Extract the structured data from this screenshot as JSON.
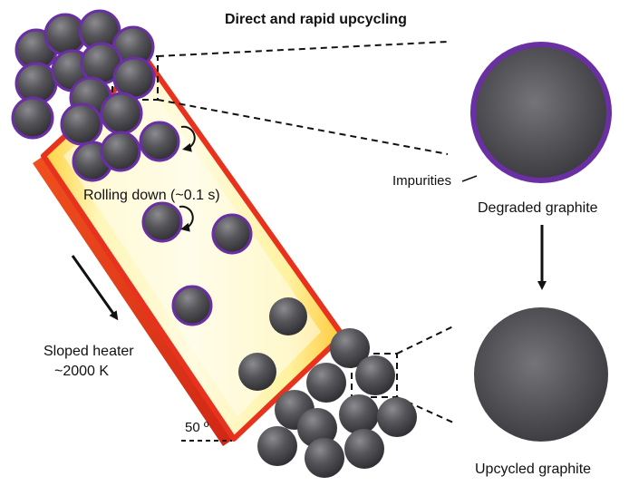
{
  "title": "Direct and rapid upcycling",
  "labels": {
    "rolling": "Rolling down (~0.1 s)",
    "heater_line1": "Sloped heater",
    "heater_line2": "~2000 K",
    "angle": "50 º",
    "impurities": "Impurities",
    "degraded": "Degraded graphite",
    "upcycled": "Upcycled graphite"
  },
  "colors": {
    "impurity_shell": "#6a2fa3",
    "graphite": "#4a4a4e",
    "heater_hot": "#fff7b0",
    "heater_edge": "#e8321e"
  }
}
